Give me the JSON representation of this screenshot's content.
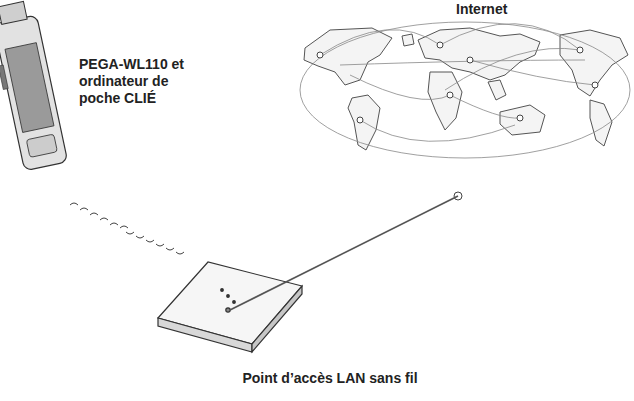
{
  "diagram": {
    "labels": [
      "Internet",
      "PEGA-WL110 et ordinateur de poche CLIÉ",
      "Point d’accès LAN sans fil"
    ]
  }
}
